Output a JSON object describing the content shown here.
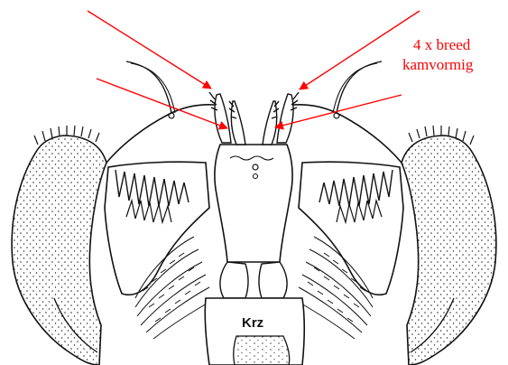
{
  "annotation": {
    "line1": "4 x breed",
    "line2": "kamvormig"
  },
  "figure_label": "Krz",
  "colors": {
    "arrow": "#ff0000",
    "ink": "#111111",
    "background": "#ffffff"
  }
}
